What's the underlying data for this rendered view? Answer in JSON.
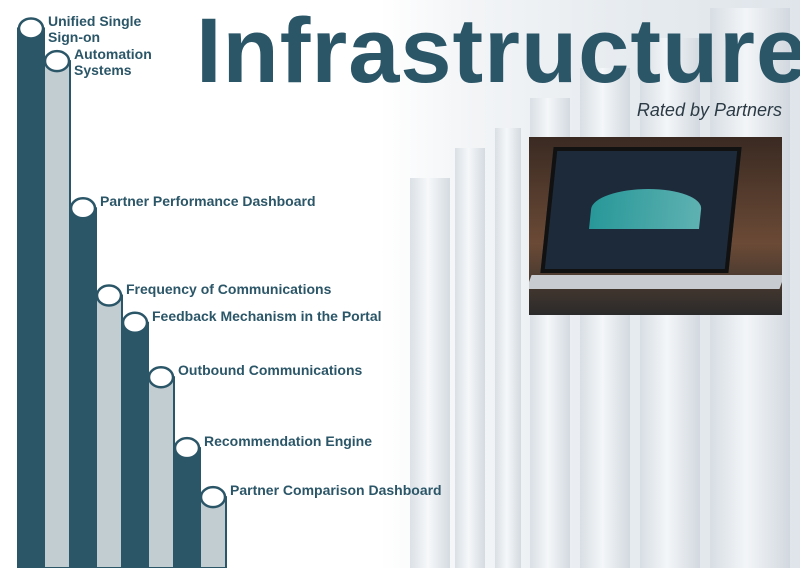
{
  "header": {
    "title": "Infrastructure",
    "subtitle": "Rated by Partners"
  },
  "colors": {
    "dark": "#2b5668",
    "light": "#c2cdd2"
  },
  "chart_data": {
    "type": "bar",
    "title": "Infrastructure",
    "subtitle": "Rated by Partners",
    "categories": [
      "Unified Single Sign-on",
      "Automation Systems",
      "Partner Performance Dashboard",
      "Frequency of Communications",
      "Feedback Mechanism in the Portal",
      "Outbound Communications",
      "Recommendation Engine",
      "Partner Comparison Dashboard"
    ],
    "label_lines": [
      [
        "Unified Single",
        "Sign-on"
      ],
      [
        "Automation",
        "Systems"
      ],
      [
        "Partner Performance Dashboard"
      ],
      [
        "Frequency of Communications"
      ],
      [
        "Feedback Mechanism in the Portal"
      ],
      [
        "Outbound Communications"
      ],
      [
        "Recommendation Engine"
      ],
      [
        "Partner Comparison Dashboard"
      ]
    ],
    "values": [
      99,
      93,
      66,
      50,
      45,
      35,
      22,
      13
    ],
    "ylim": [
      0,
      100
    ],
    "xlabel": "",
    "ylabel": "",
    "grid": false,
    "legend": "none"
  }
}
